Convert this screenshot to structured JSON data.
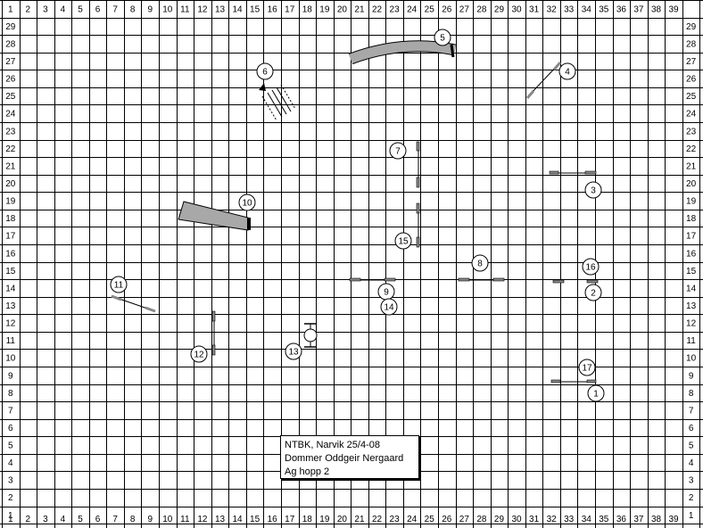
{
  "grid": {
    "x_labels": [
      "1",
      "2",
      "3",
      "4",
      "5",
      "6",
      "7",
      "8",
      "9",
      "10",
      "11",
      "12",
      "13",
      "14",
      "15",
      "16",
      "17",
      "18",
      "19",
      "20",
      "21",
      "22",
      "23",
      "24",
      "25",
      "26",
      "27",
      "28",
      "29",
      "30",
      "31",
      "32",
      "33",
      "34",
      "35",
      "36",
      "37",
      "38",
      "39"
    ],
    "y_labels": [
      "29",
      "28",
      "27",
      "26",
      "25",
      "24",
      "23",
      "22",
      "21",
      "20",
      "19",
      "18",
      "17",
      "16",
      "15",
      "14",
      "13",
      "12",
      "11",
      "10",
      "9",
      "8",
      "7",
      "6",
      "5",
      "4",
      "3",
      "2",
      "1"
    ]
  },
  "obstacles": [
    {
      "number": "1",
      "type": "jump"
    },
    {
      "number": "2",
      "type": "jump"
    },
    {
      "number": "3",
      "type": "jump"
    },
    {
      "number": "4",
      "type": "jump"
    },
    {
      "number": "5",
      "type": "tunnel"
    },
    {
      "number": "6",
      "type": "tire"
    },
    {
      "number": "7",
      "type": "jump"
    },
    {
      "number": "8",
      "type": "jump"
    },
    {
      "number": "9",
      "type": "jump"
    },
    {
      "number": "10",
      "type": "closed-tunnel"
    },
    {
      "number": "11",
      "type": "jump"
    },
    {
      "number": "12",
      "type": "jump"
    },
    {
      "number": "13",
      "type": "tire"
    },
    {
      "number": "14",
      "type": "jump"
    },
    {
      "number": "15",
      "type": "jump"
    },
    {
      "number": "16",
      "type": "jump"
    },
    {
      "number": "17",
      "type": "jump"
    }
  ],
  "info": {
    "line1": "NTBK, Narvik 25/4-08",
    "line2": "Dommer Oddgeir Nergaard",
    "line3": "Ag hopp 2"
  }
}
